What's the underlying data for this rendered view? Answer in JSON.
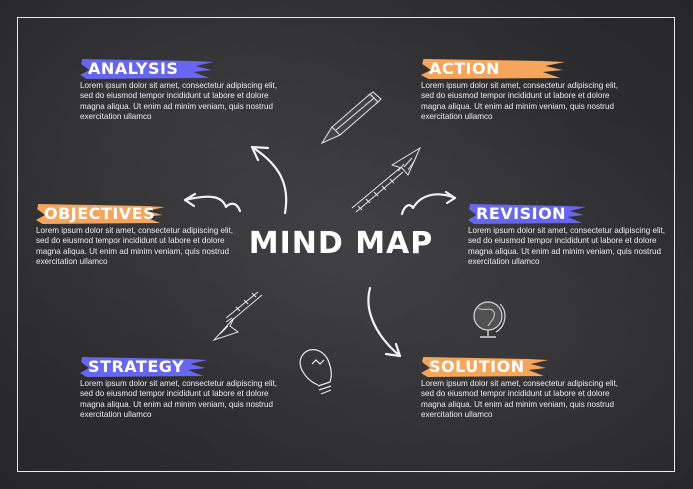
{
  "title": "MIND MAP",
  "colors": {
    "purple": "#6766f2",
    "orange": "#f7a55a",
    "background": "#323234",
    "frame": "#e9e9e9",
    "text": "#eeeeee"
  },
  "nodes": [
    {
      "id": "analysis",
      "label": "ANALYSIS",
      "color": "purple",
      "text": "Lorem ipsum dolor sit amet, consectetur adipiscing elit, sed do eiusmod tempor incididunt ut labore et dolore magna aliqua. Ut enim ad minim veniam, quis nostrud exercitation ullamco"
    },
    {
      "id": "action",
      "label": "ACTION",
      "color": "orange",
      "text": "Lorem ipsum dolor sit amet, consectetur adipiscing elit, sed do eiusmod tempor incididunt ut labore et dolore magna aliqua. Ut enim ad minim veniam, quis nostrud exercitation ullamco"
    },
    {
      "id": "objectives",
      "label": "OBJECTIVES",
      "color": "orange",
      "text": "Lorem ipsum dolor sit amet, consectetur adipiscing elit, sed do eiusmod tempor incididunt ut labore et dolore magna aliqua. Ut enim ad minim veniam, quis nostrud exercitation ullamco"
    },
    {
      "id": "revision",
      "label": "REVISION",
      "color": "purple",
      "text": "Lorem ipsum dolor sit amet, consectetur adipiscing elit, sed do eiusmod tempor incididunt ut labore et dolore magna aliqua. Ut enim ad minim veniam, quis nostrud exercitation ullamco"
    },
    {
      "id": "strategy",
      "label": "STRATEGY",
      "color": "purple",
      "text": "Lorem ipsum dolor sit amet, consectetur adipiscing elit, sed do eiusmod tempor incididunt ut labore et dolore magna aliqua. Ut enim ad minim veniam, quis nostrud exercitation ullamco"
    },
    {
      "id": "solution",
      "label": "SOLUTION",
      "color": "orange",
      "text": "Lorem ipsum dolor sit amet, consectetur adipiscing elit, sed do eiusmod tempor incididunt ut labore et dolore magna aliqua. Ut enim ad minim veniam, quis nostrud exercitation ullamco"
    }
  ],
  "icons": [
    "pencil-icon",
    "lightbulb-icon",
    "globe-icon",
    "arrow-icons"
  ]
}
